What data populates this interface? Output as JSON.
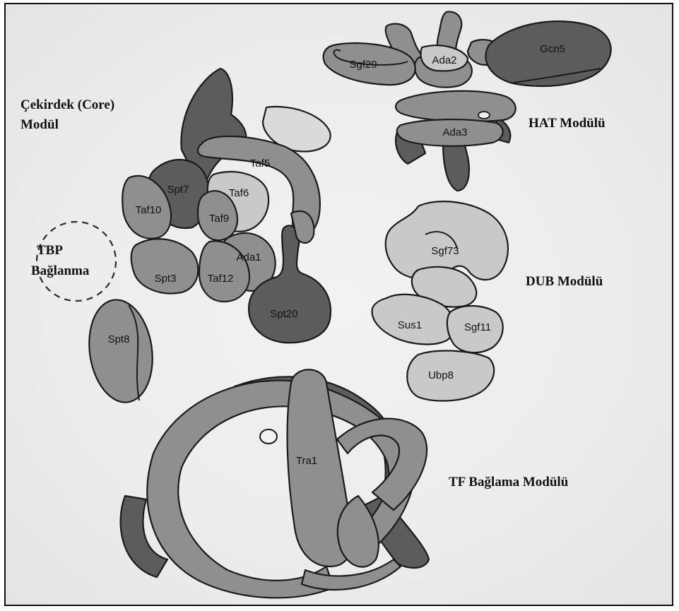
{
  "modules": {
    "core": "Çekirdek (Core) Modül",
    "core_line1": "Çekirdek (Core)",
    "core_line2": "Modül",
    "hat": "HAT Modülü",
    "dub": "DUB Modülü",
    "tf": "TF Bağlama Modülü",
    "tbp_line1": "TBP",
    "tbp_line2": "Bağlanma"
  },
  "proteins": {
    "sgf29": "Sgf29",
    "ada2": "Ada2",
    "gcn5": "Gcn5",
    "ada3": "Ada3",
    "taf5": "Taf5",
    "taf6": "Taf6",
    "spt7": "Spt7",
    "taf10": "Taf10",
    "taf9": "Taf9",
    "ada1": "Ada1",
    "spt3": "Spt3",
    "taf12": "Taf12",
    "spt20": "Spt20",
    "spt8": "Spt8",
    "sgf73": "Sgf73",
    "sus1": "Sus1",
    "sgf11": "Sgf11",
    "ubp8": "Ubp8",
    "tra1": "Tra1"
  },
  "colors": {
    "dark": "#5c5c5c",
    "mid": "#8f8f8f",
    "light": "#c9c9c9",
    "very_light": "#dadada",
    "outline": "#1a1a1a"
  }
}
